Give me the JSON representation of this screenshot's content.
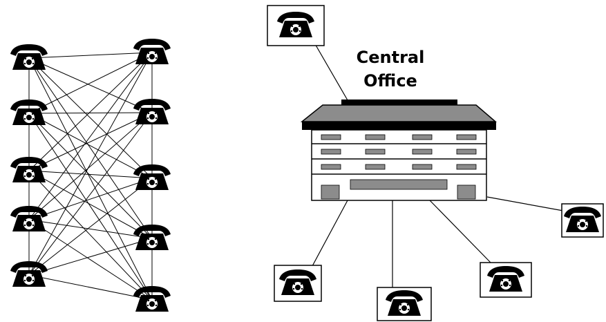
{
  "central_office": {
    "line1": "Central",
    "line2": "Office"
  },
  "icons": {
    "phone": "telephone-icon",
    "building": "central-office-building"
  },
  "colors": {
    "ink": "#000000",
    "roof": "#8c8c8c",
    "window": "#8c8c8c",
    "background": "#ffffff"
  }
}
